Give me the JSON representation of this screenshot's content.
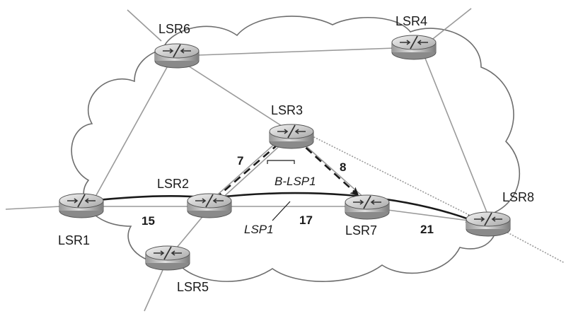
{
  "diagram": {
    "nodes": [
      {
        "id": "LSR1",
        "label": "LSR1"
      },
      {
        "id": "LSR2",
        "label": "LSR2"
      },
      {
        "id": "LSR3",
        "label": "LSR3"
      },
      {
        "id": "LSR4",
        "label": "LSR4"
      },
      {
        "id": "LSR5",
        "label": "LSR5"
      },
      {
        "id": "LSR6",
        "label": "LSR6"
      },
      {
        "id": "LSR7",
        "label": "LSR7"
      },
      {
        "id": "LSR8",
        "label": "LSR8"
      }
    ],
    "labels": {
      "num_15": "15",
      "num_7": "7",
      "num_8": "8",
      "num_17": "17",
      "num_21": "21",
      "lsp1": "LSP1",
      "blsp1": "B-LSP1"
    },
    "colors": {
      "link": "#9a9a9a",
      "cloud": "#6e6e6e",
      "path": "#1a1a1a",
      "router_body": "#bdbdbd"
    }
  }
}
